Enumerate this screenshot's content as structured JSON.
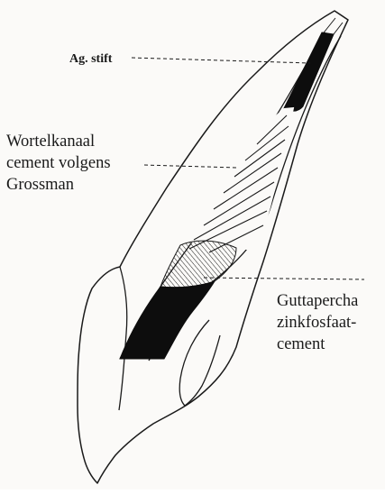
{
  "labels": {
    "ag_stift": "Ag. stift",
    "wortelkanaal": [
      "Wortelkanaal",
      "cement volgens",
      "Grossman"
    ],
    "guttapercha": [
      "Guttapercha",
      "zinkfosfaat-",
      "cement"
    ]
  },
  "colors": {
    "ink": "#1a1a1a",
    "paper": "#fbfaf8",
    "fill_black": "#0d0d0d"
  }
}
